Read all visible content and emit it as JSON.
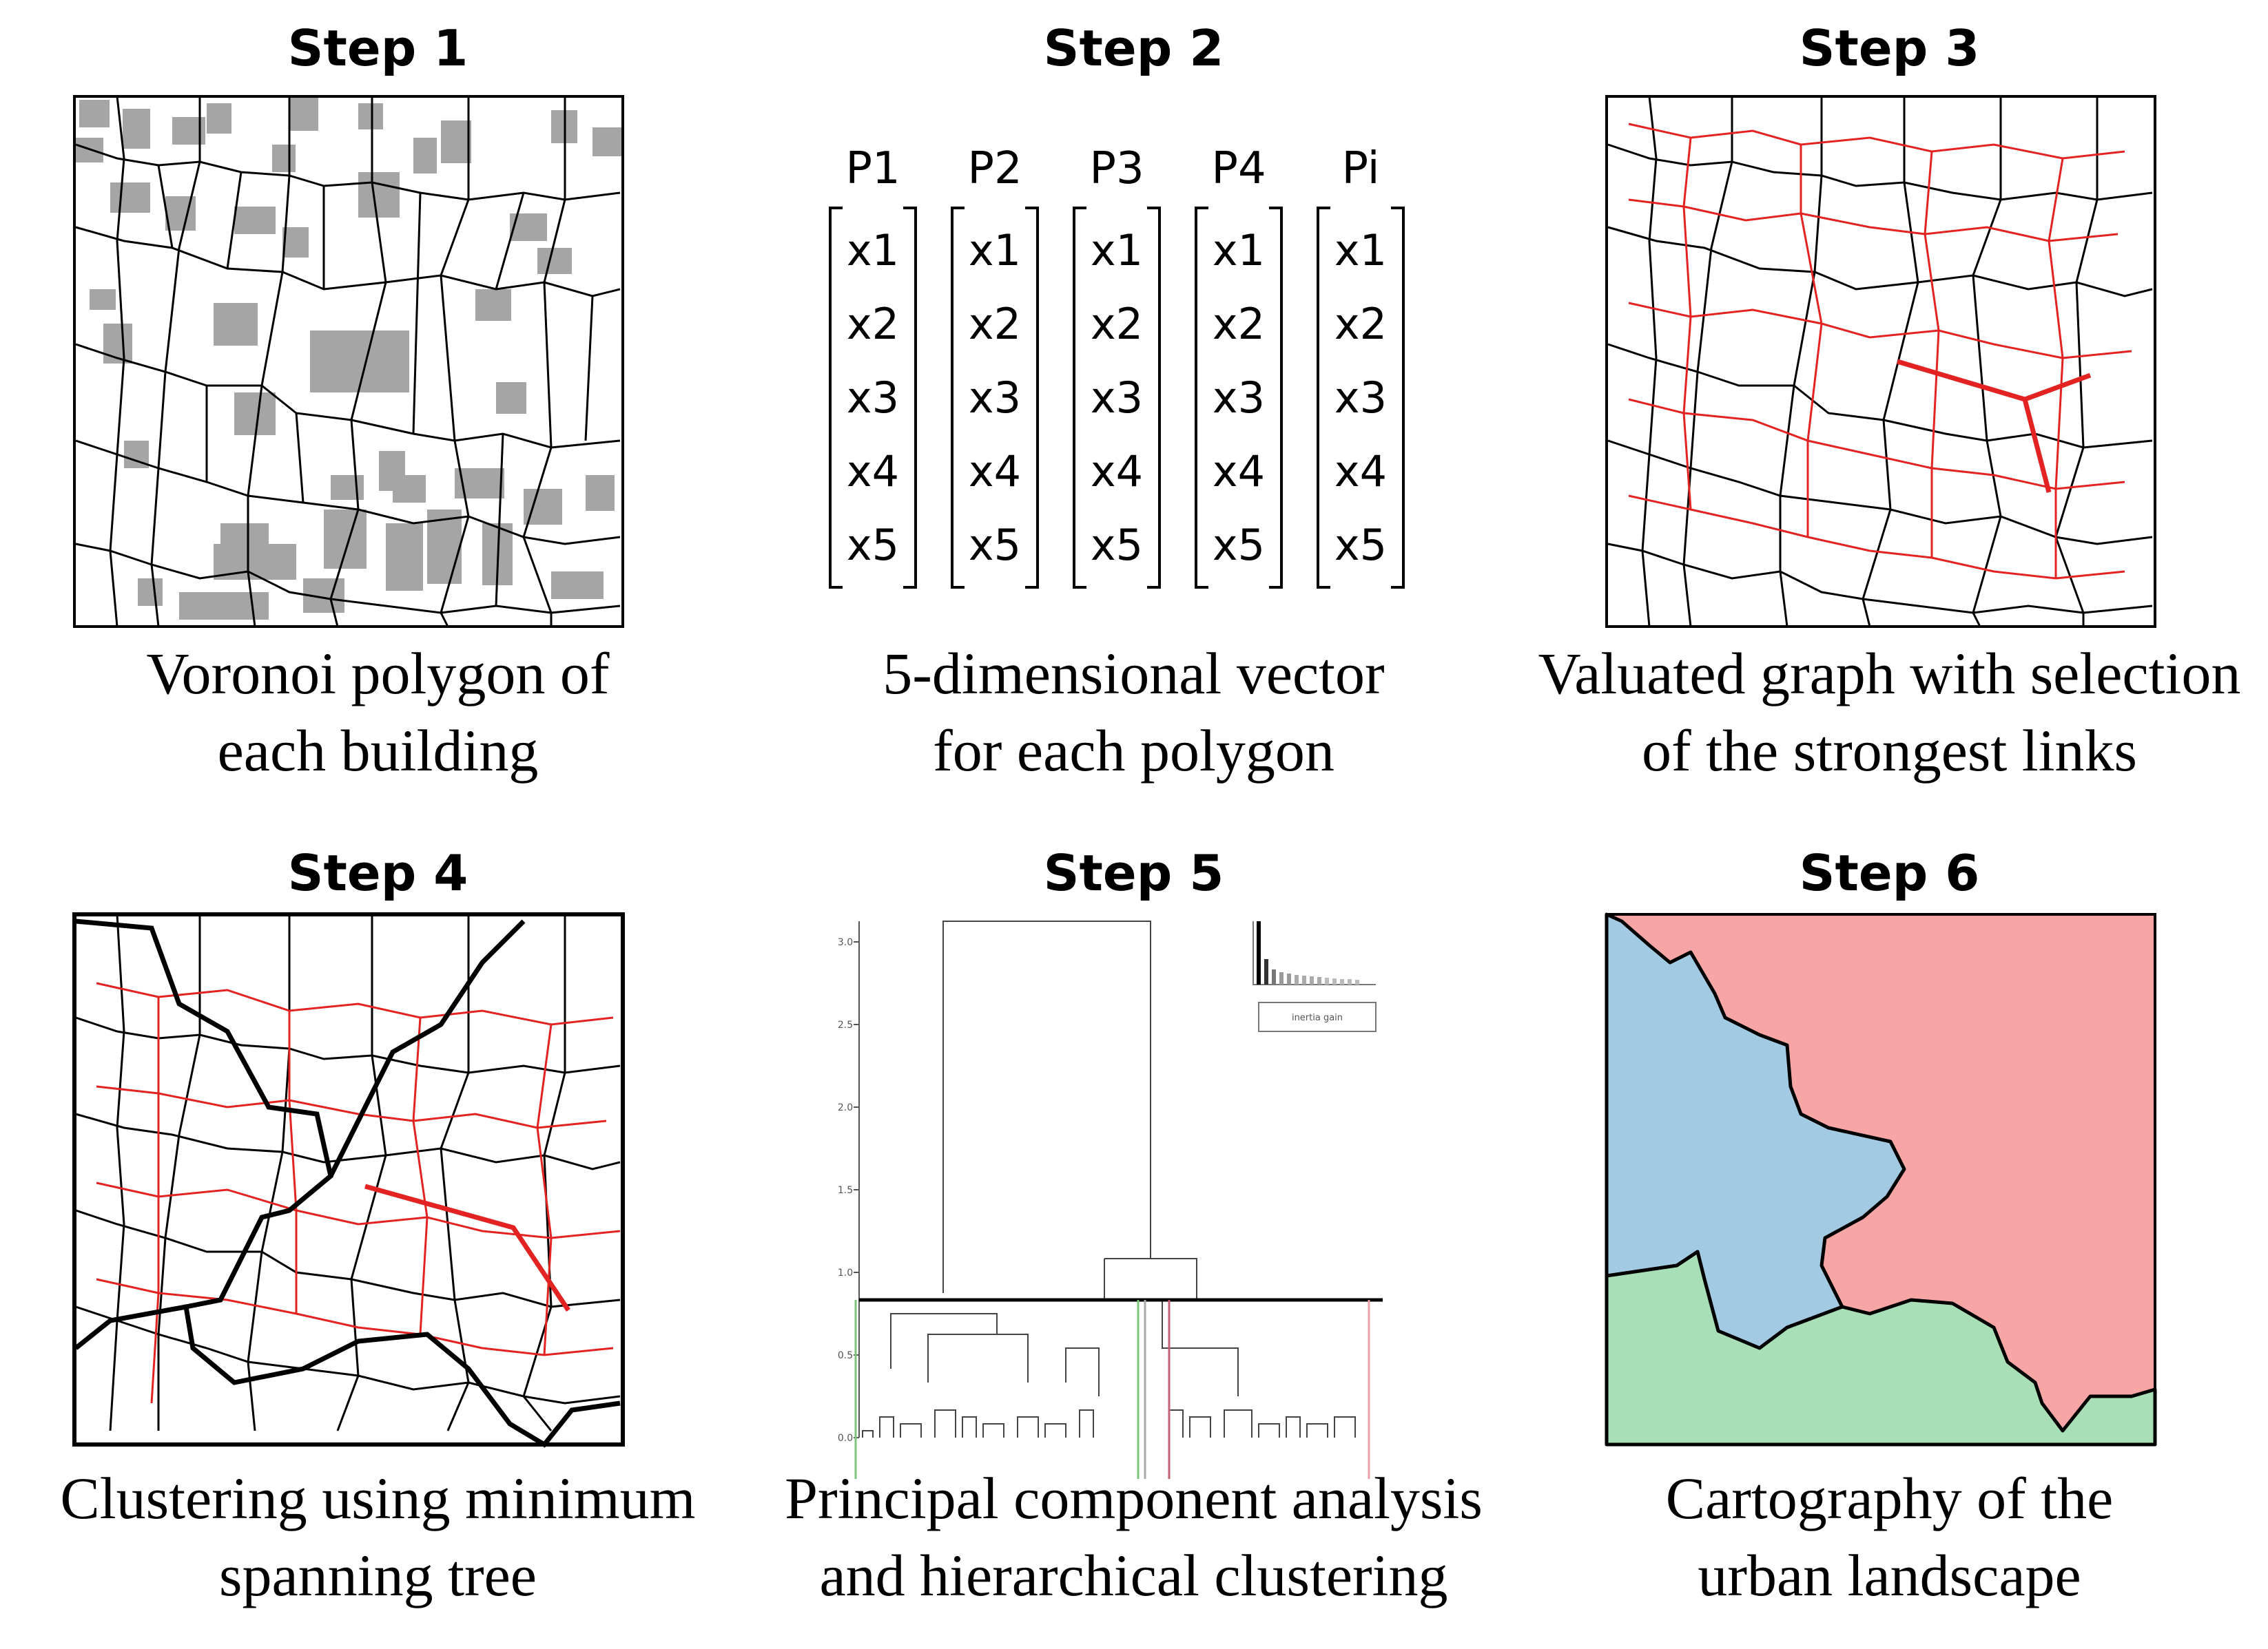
{
  "steps": [
    {
      "title": "Step 1",
      "caption_lines": [
        "Voronoi polygon of",
        "each building"
      ]
    },
    {
      "title": "Step 2",
      "caption_lines": [
        "5-dimensional vector",
        "for each polygon"
      ]
    },
    {
      "title": "Step 3",
      "caption_lines": [
        "Valuated graph with selection",
        "of the strongest links"
      ]
    },
    {
      "title": "Step 4",
      "caption_lines": [
        "Clustering using minimum",
        "spanning tree"
      ]
    },
    {
      "title": "Step 5",
      "caption_lines": [
        "Principal component analysis",
        "and hierarchical clustering"
      ]
    },
    {
      "title": "Step 6",
      "caption_lines": [
        "Cartography of the",
        "urban landscape"
      ]
    }
  ],
  "vectors": {
    "columns": [
      "P1",
      "P2",
      "P3",
      "P4",
      "Pi"
    ],
    "entries": [
      "x1",
      "x2",
      "x3",
      "x4",
      "x5"
    ]
  },
  "dendrogram": {
    "y_ticks": [
      "0.0",
      "0.5",
      "1.0",
      "1.5",
      "2.0",
      "2.5",
      "3.0"
    ],
    "inset_label": "inertia gain"
  },
  "colors": {
    "cluster_red": "#f7a5a5",
    "cluster_blue": "#a3cae3",
    "cluster_green": "#a8dfb6",
    "graph_red": "#e32222",
    "building_gray": "#a5a5a5"
  }
}
